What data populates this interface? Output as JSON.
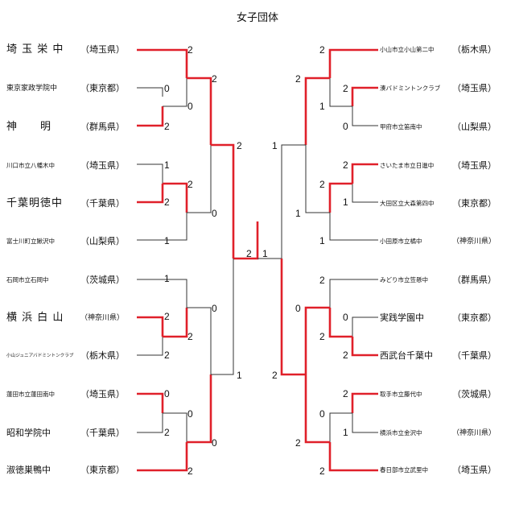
{
  "title": "女子団体",
  "left_teams": [
    {
      "name": "埼 玉 栄 中",
      "pref": "（埼玉県）"
    },
    {
      "name": "東京家政学院中",
      "pref": "（東京都）"
    },
    {
      "name": "神　　明",
      "pref": "（群馬県）"
    },
    {
      "name": "川口市立八幡木中",
      "pref": "（埼玉県）"
    },
    {
      "name": "千葉明徳中",
      "pref": "（千葉県）"
    },
    {
      "name": "富士川町立鰍沢中",
      "pref": "（山梨県）"
    },
    {
      "name": "石岡市立石岡中",
      "pref": "（茨城県）"
    },
    {
      "name": "横 浜 白 山",
      "pref": "（神奈川県）"
    },
    {
      "name": "小山ジュニアバドミントンクラブ",
      "pref": "（栃木県）"
    },
    {
      "name": "蓮田市立蓮田南中",
      "pref": "（埼玉県）"
    },
    {
      "name": "昭和学院中",
      "pref": "（千葉県）"
    },
    {
      "name": "淑徳巣鴨中",
      "pref": "（東京都）"
    }
  ],
  "right_teams": [
    {
      "name": "小山市立小山第二中",
      "pref": "（栃木県）"
    },
    {
      "name": "湊バドミントンクラブ",
      "pref": "（埼玉県）"
    },
    {
      "name": "甲府市立笛南中",
      "pref": "（山梨県）"
    },
    {
      "name": "さいたま市立日進中",
      "pref": "（埼玉県）"
    },
    {
      "name": "大田区立大森第四中",
      "pref": "（東京都）"
    },
    {
      "name": "小田原市立橘中",
      "pref": "（神奈川県）"
    },
    {
      "name": "みどり市立笠懸中",
      "pref": "（群馬県）"
    },
    {
      "name": "実践学園中",
      "pref": "（東京都）"
    },
    {
      "name": "西武台千葉中",
      "pref": "（千葉県）"
    },
    {
      "name": "取手市立藤代中",
      "pref": "（茨城県）"
    },
    {
      "name": "横浜市立金沢中",
      "pref": "（神奈川県）"
    },
    {
      "name": "春日部市立武里中",
      "pref": "（埼玉県）"
    }
  ],
  "scores": {
    "l_r1": [
      "0",
      "2",
      "1",
      "2",
      "1",
      "2",
      "2",
      "0",
      "2",
      "1"
    ],
    "l_r2": [
      "2",
      "0",
      "2",
      "0",
      "0",
      "2",
      "0",
      "2"
    ],
    "l_r3": [
      "2",
      "0"
    ],
    "l_r4": [
      "2"
    ],
    "final_left": "2",
    "final_right": "1",
    "r_r1": [
      "2",
      "0",
      "2",
      "1",
      "2",
      "0",
      "2",
      "2",
      "2",
      "1"
    ],
    "r_r2": [
      "2",
      "1",
      "2",
      "1",
      "2",
      "0",
      "2",
      "2"
    ],
    "r_r3": [
      "1",
      "2"
    ],
    "r_r4": [
      "2"
    ]
  },
  "colors": {
    "win": "#e0202a",
    "line": "#333333",
    "text": "#111111"
  }
}
